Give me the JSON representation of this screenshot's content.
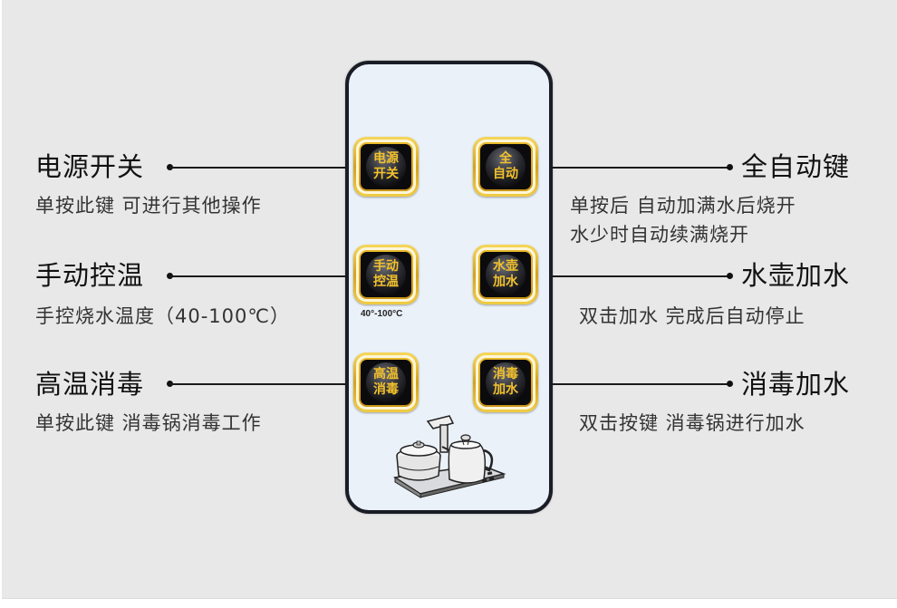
{
  "panel": {
    "temp_note": "40°-100°C",
    "image_icon": "tea-kettle-set-icon",
    "buttons": [
      {
        "id": "power",
        "line1": "电源",
        "line2": "开关"
      },
      {
        "id": "auto",
        "line1": "全",
        "line2": "自动"
      },
      {
        "id": "manual-temp",
        "line1": "手动",
        "line2": "控温"
      },
      {
        "id": "kettle-fill",
        "line1": "水壶",
        "line2": "加水"
      },
      {
        "id": "sterilize",
        "line1": "高温",
        "line2": "消毒"
      },
      {
        "id": "sterilize-fill",
        "line1": "消毒",
        "line2": "加水"
      }
    ]
  },
  "labels": {
    "left": [
      {
        "title": "电源开关",
        "desc": [
          "单按此键 可进行其他操作"
        ]
      },
      {
        "title": "手动控温",
        "desc": [
          "手控烧水温度（40-100℃）"
        ]
      },
      {
        "title": "高温消毒",
        "desc": [
          "单按此键 消毒锅消毒工作"
        ]
      }
    ],
    "right": [
      {
        "title": "全自动键",
        "desc": [
          "单按后  自动加满水后烧开",
          "水少时自动续满烧开"
        ]
      },
      {
        "title": "水壶加水",
        "desc": [
          "双击加水 完成后自动停止"
        ]
      },
      {
        "title": "消毒加水",
        "desc": [
          "双击按键 消毒锅进行加水"
        ]
      }
    ]
  },
  "colors": {
    "background": "#e8e8e8",
    "panel": "#eaf1f8",
    "panel_border": "#1a1d26",
    "button_gold": "#e9b92a",
    "button_text": "#f3c12b"
  }
}
